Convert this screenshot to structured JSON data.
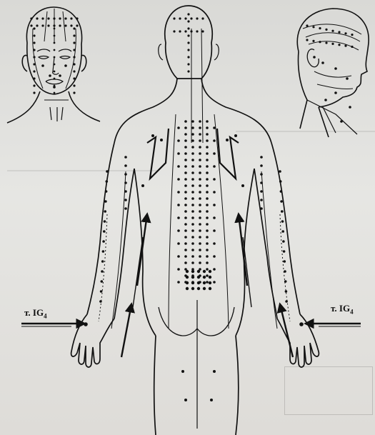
{
  "points": [
    {
      "id": "left",
      "prefix": "т. ",
      "main": "IG",
      "sub": "4"
    },
    {
      "id": "right",
      "prefix": "т. ",
      "main": "IG",
      "sub": "4"
    }
  ],
  "colors": {
    "ink": "#111111",
    "paper": "#e2e2df",
    "bleed": "#9a9a97"
  }
}
